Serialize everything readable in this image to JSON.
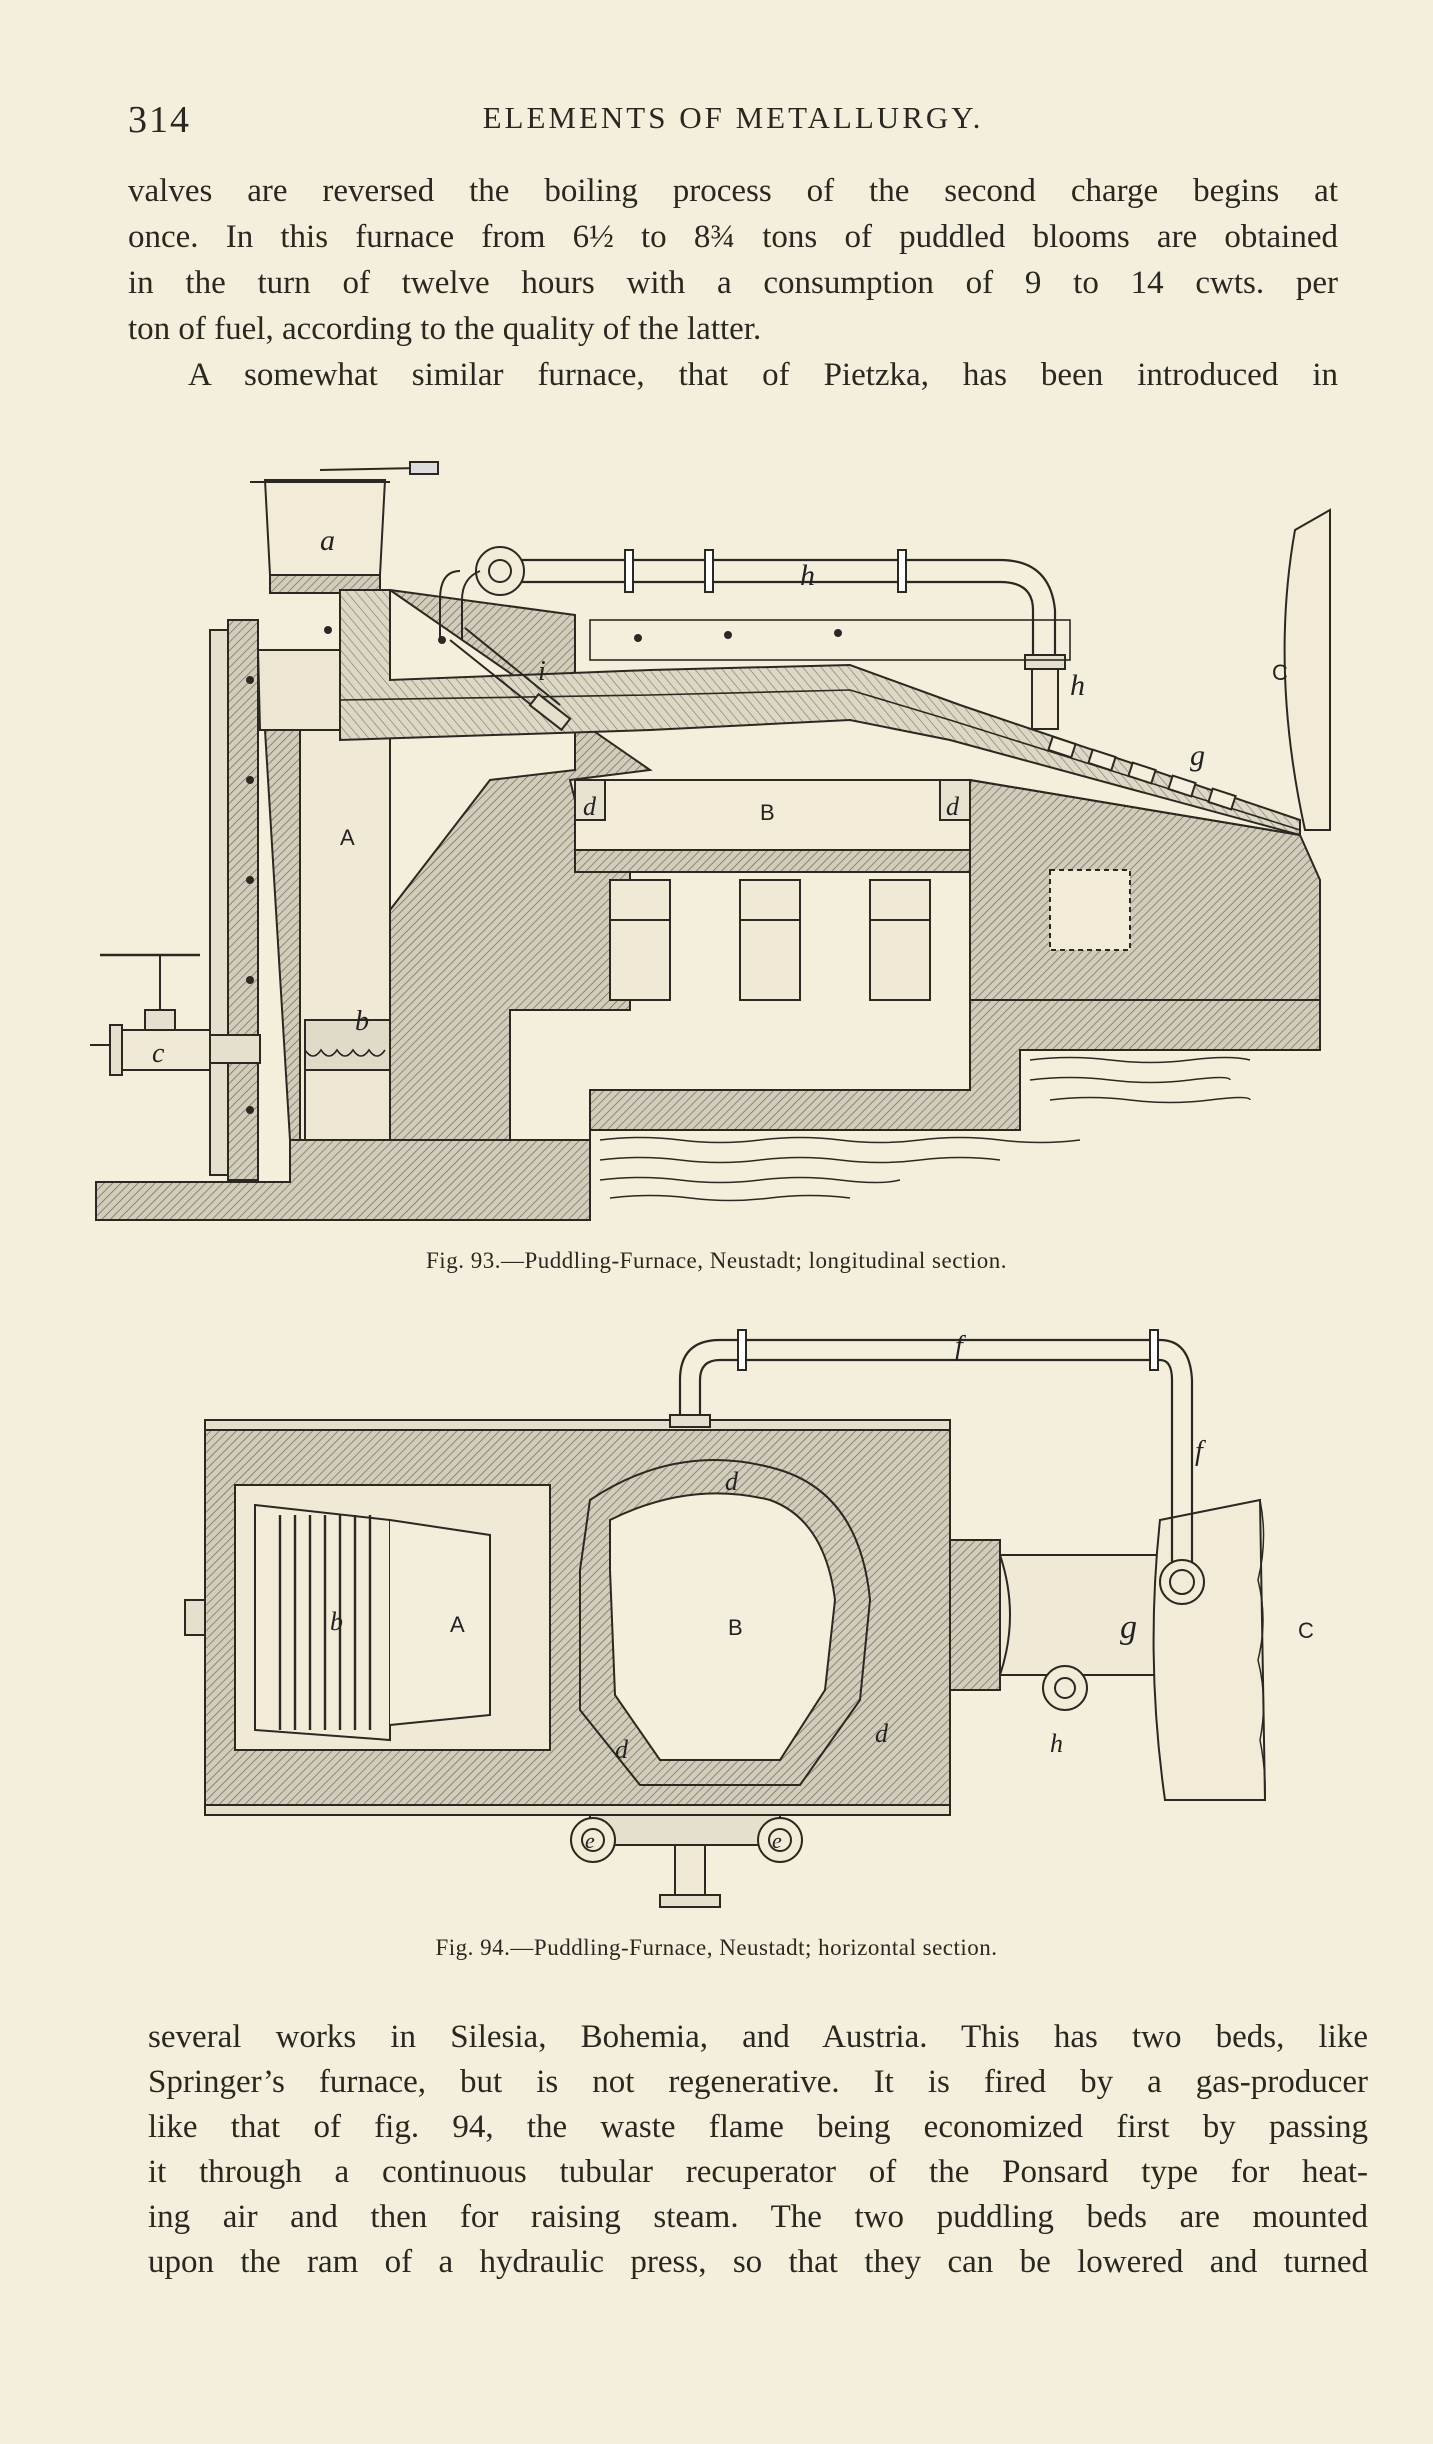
{
  "running_head": {
    "page_number": "314",
    "title": "ELEMENTS OF METALLURGY."
  },
  "paragraph_top": {
    "lines": [
      "valves are reversed the boiling process of the second charge begins at",
      "once. In this furnace from 6½ to 8¾ tons of puddled blooms are obtained",
      "in the turn of twelve hours with a consumption of 9 to 14 cwts. per",
      "ton of fuel, according to the quality of the latter.",
      "A somewhat similar furnace, that of Pietzka, has been introduced in"
    ]
  },
  "figure_93": {
    "caption": "Fig. 93.—Puddling-Furnace, Neustadt; longitudinal section.",
    "labels": {
      "a": "a",
      "h_pipe": "h",
      "h_down": "h",
      "C": "C",
      "i": "i",
      "A": "A",
      "B": "B",
      "d_left": "d",
      "d_right": "d",
      "g": "g",
      "b": "b",
      "c": "c"
    }
  },
  "figure_94": {
    "caption": "Fig. 94.—Puddling-Furnace, Neustadt; horizontal section.",
    "labels": {
      "f_top": "f",
      "f_right": "f",
      "d_top": "d",
      "b": "b",
      "A": "A",
      "B": "B",
      "g": "g",
      "C": "C",
      "d_left": "d",
      "d_right": "d",
      "h": "h",
      "e_left": "e",
      "e_right": "e"
    }
  },
  "paragraph_bottom": {
    "lines": [
      "several works in Silesia, Bohemia, and Austria. This has two beds, like",
      "Springer’s furnace, but is not regenerative. It is fired by a gas-producer",
      "like that of fig. 94, the waste flame being economized first by passing",
      "it through a continuous tubular recuperator of the Ponsard type for heat-",
      "ing air and then for raising steam. The two puddling beds are mounted",
      "upon the ram of a hydraulic press, so that they can be lowered and turned"
    ]
  }
}
